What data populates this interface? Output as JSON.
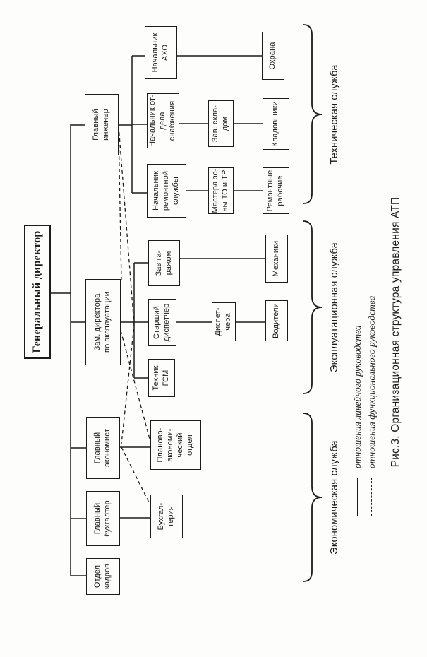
{
  "figure": {
    "caption": "Рис.3. Организационная структура управления АТП"
  },
  "nodes": {
    "gen_director": {
      "label": "Генеральный директор"
    },
    "otdel_kadrov": {
      "label": "Отдел\nкадров"
    },
    "gl_buhgalter": {
      "label": "Главный\nбухгалтер"
    },
    "gl_ekonomist": {
      "label": "Главный\nэкономист"
    },
    "zam_director": {
      "label": "Зам. директора\nпо эксплуатации"
    },
    "gl_inzhener": {
      "label": "Главный\nинженер"
    },
    "buhgalteriya": {
      "label": "Бухгал-\nтерия"
    },
    "planovo": {
      "label": "Планово-\nэкономи-\nческий\nотдел"
    },
    "tehnik_gsm": {
      "label": "Техник\nГСМ"
    },
    "st_dispetcher": {
      "label": "Старший\nдиспетчер"
    },
    "zav_garazhom": {
      "label": "Зав га-\nражом"
    },
    "nach_remont": {
      "label": "Начальник\nремонтной\nслужбы"
    },
    "nach_snab": {
      "label": "Начальник от-\nдела снабжения"
    },
    "nach_aho": {
      "label": "Начальник\nАХО"
    },
    "dispetchera": {
      "label": "Диспет-\nчера"
    },
    "mastera": {
      "label": "Мастера зо-\nны ТО и ТР"
    },
    "zav_skladom": {
      "label": "Зав. скла-\nдом"
    },
    "voditeli": {
      "label": "Водители"
    },
    "mehaniki": {
      "label": "Механики"
    },
    "remontnye": {
      "label": "Ремонтные\nрабочие"
    },
    "kladovshchiki": {
      "label": "Кладовщики"
    },
    "ohrana": {
      "label": "Охрана"
    }
  },
  "groups": {
    "econ": {
      "label": "Экономическая служба"
    },
    "expl": {
      "label": "Эксплуатационная служба"
    },
    "tech": {
      "label": "Техническая служба"
    }
  },
  "legend": {
    "solid_label": "отношения линейного руководства",
    "dashed_label": "отношения функционального руководства"
  },
  "colors": {
    "ink": "#1c1c1c",
    "paper": "#fdfdfc"
  }
}
